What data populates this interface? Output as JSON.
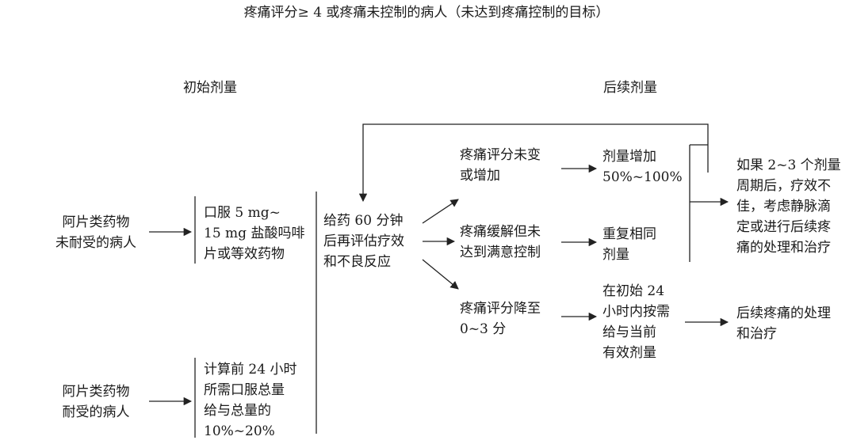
{
  "title": "疼痛评分≥ 4 或疼痛未控制的病人（未达到疼痛控制的目标）",
  "headers": {
    "initial": "初始剂量",
    "followup": "后续剂量"
  },
  "patients": {
    "not_tolerant": "阿片类药物\n未耐受的病人",
    "tolerant": "阿片类药物\n耐受的病人"
  },
  "doses": {
    "not_tolerant": "口服 5 mg~\n15 mg 盐酸吗啡\n片或等效药物",
    "tolerant": "计算前 24 小时\n所需口服总量\n给与总量的\n10%~20%"
  },
  "reassess": "给药 60 分钟\n后再评估疗效\n和不良反应",
  "outcomes": {
    "unchanged": "疼痛评分未变\n或增加",
    "partial": "疼痛缓解但未\n达到满意控制",
    "controlled": "疼痛评分降至\n0~3 分"
  },
  "actions": {
    "increase": "剂量增加\n50%~100%",
    "repeat": "重复相同\n剂量",
    "as_needed": "在初始 24\n小时内按需\n给与当前\n有效剂量"
  },
  "final": {
    "escalate": "如果 2~3 个剂量\n周期后，疗效不\n佳，考虑静脉滴\n定或进行后续疼\n痛的处理和治疗",
    "continue": "后续疼痛的处理\n和治疗"
  }
}
